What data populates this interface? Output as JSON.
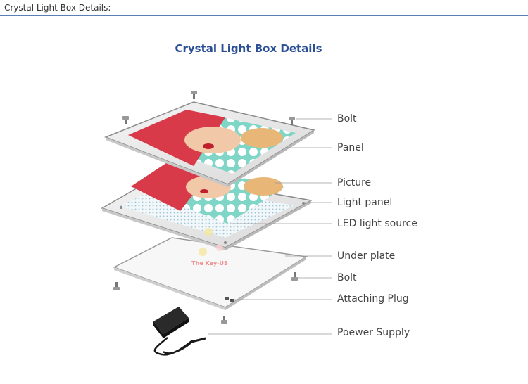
{
  "header": {
    "title": "Crystal Light Box Details:"
  },
  "page": {
    "title": "Crystal Light Box Details"
  },
  "watermark": "The Key-US",
  "labels": [
    {
      "name": "label-bolt-top",
      "text": "Bolt"
    },
    {
      "name": "label-panel",
      "text": "Panel"
    },
    {
      "name": "label-picture",
      "text": "Picture"
    },
    {
      "name": "label-light-panel",
      "text": "Light panel"
    },
    {
      "name": "label-led-light-source",
      "text": "LED light source"
    },
    {
      "name": "label-under-plate",
      "text": "Under plate"
    },
    {
      "name": "label-bolt-bottom",
      "text": "Bolt"
    },
    {
      "name": "label-attaching-plug",
      "text": "Attaching Plug"
    },
    {
      "name": "label-power-supply",
      "text": "Poewer Supply"
    }
  ],
  "colors": {
    "header_rule": "#5b7fb5",
    "title": "#2b4f95",
    "picture_red": "#d83a4a",
    "picture_teal": "#7fd6c6",
    "picture_dots": "#ffffff"
  }
}
